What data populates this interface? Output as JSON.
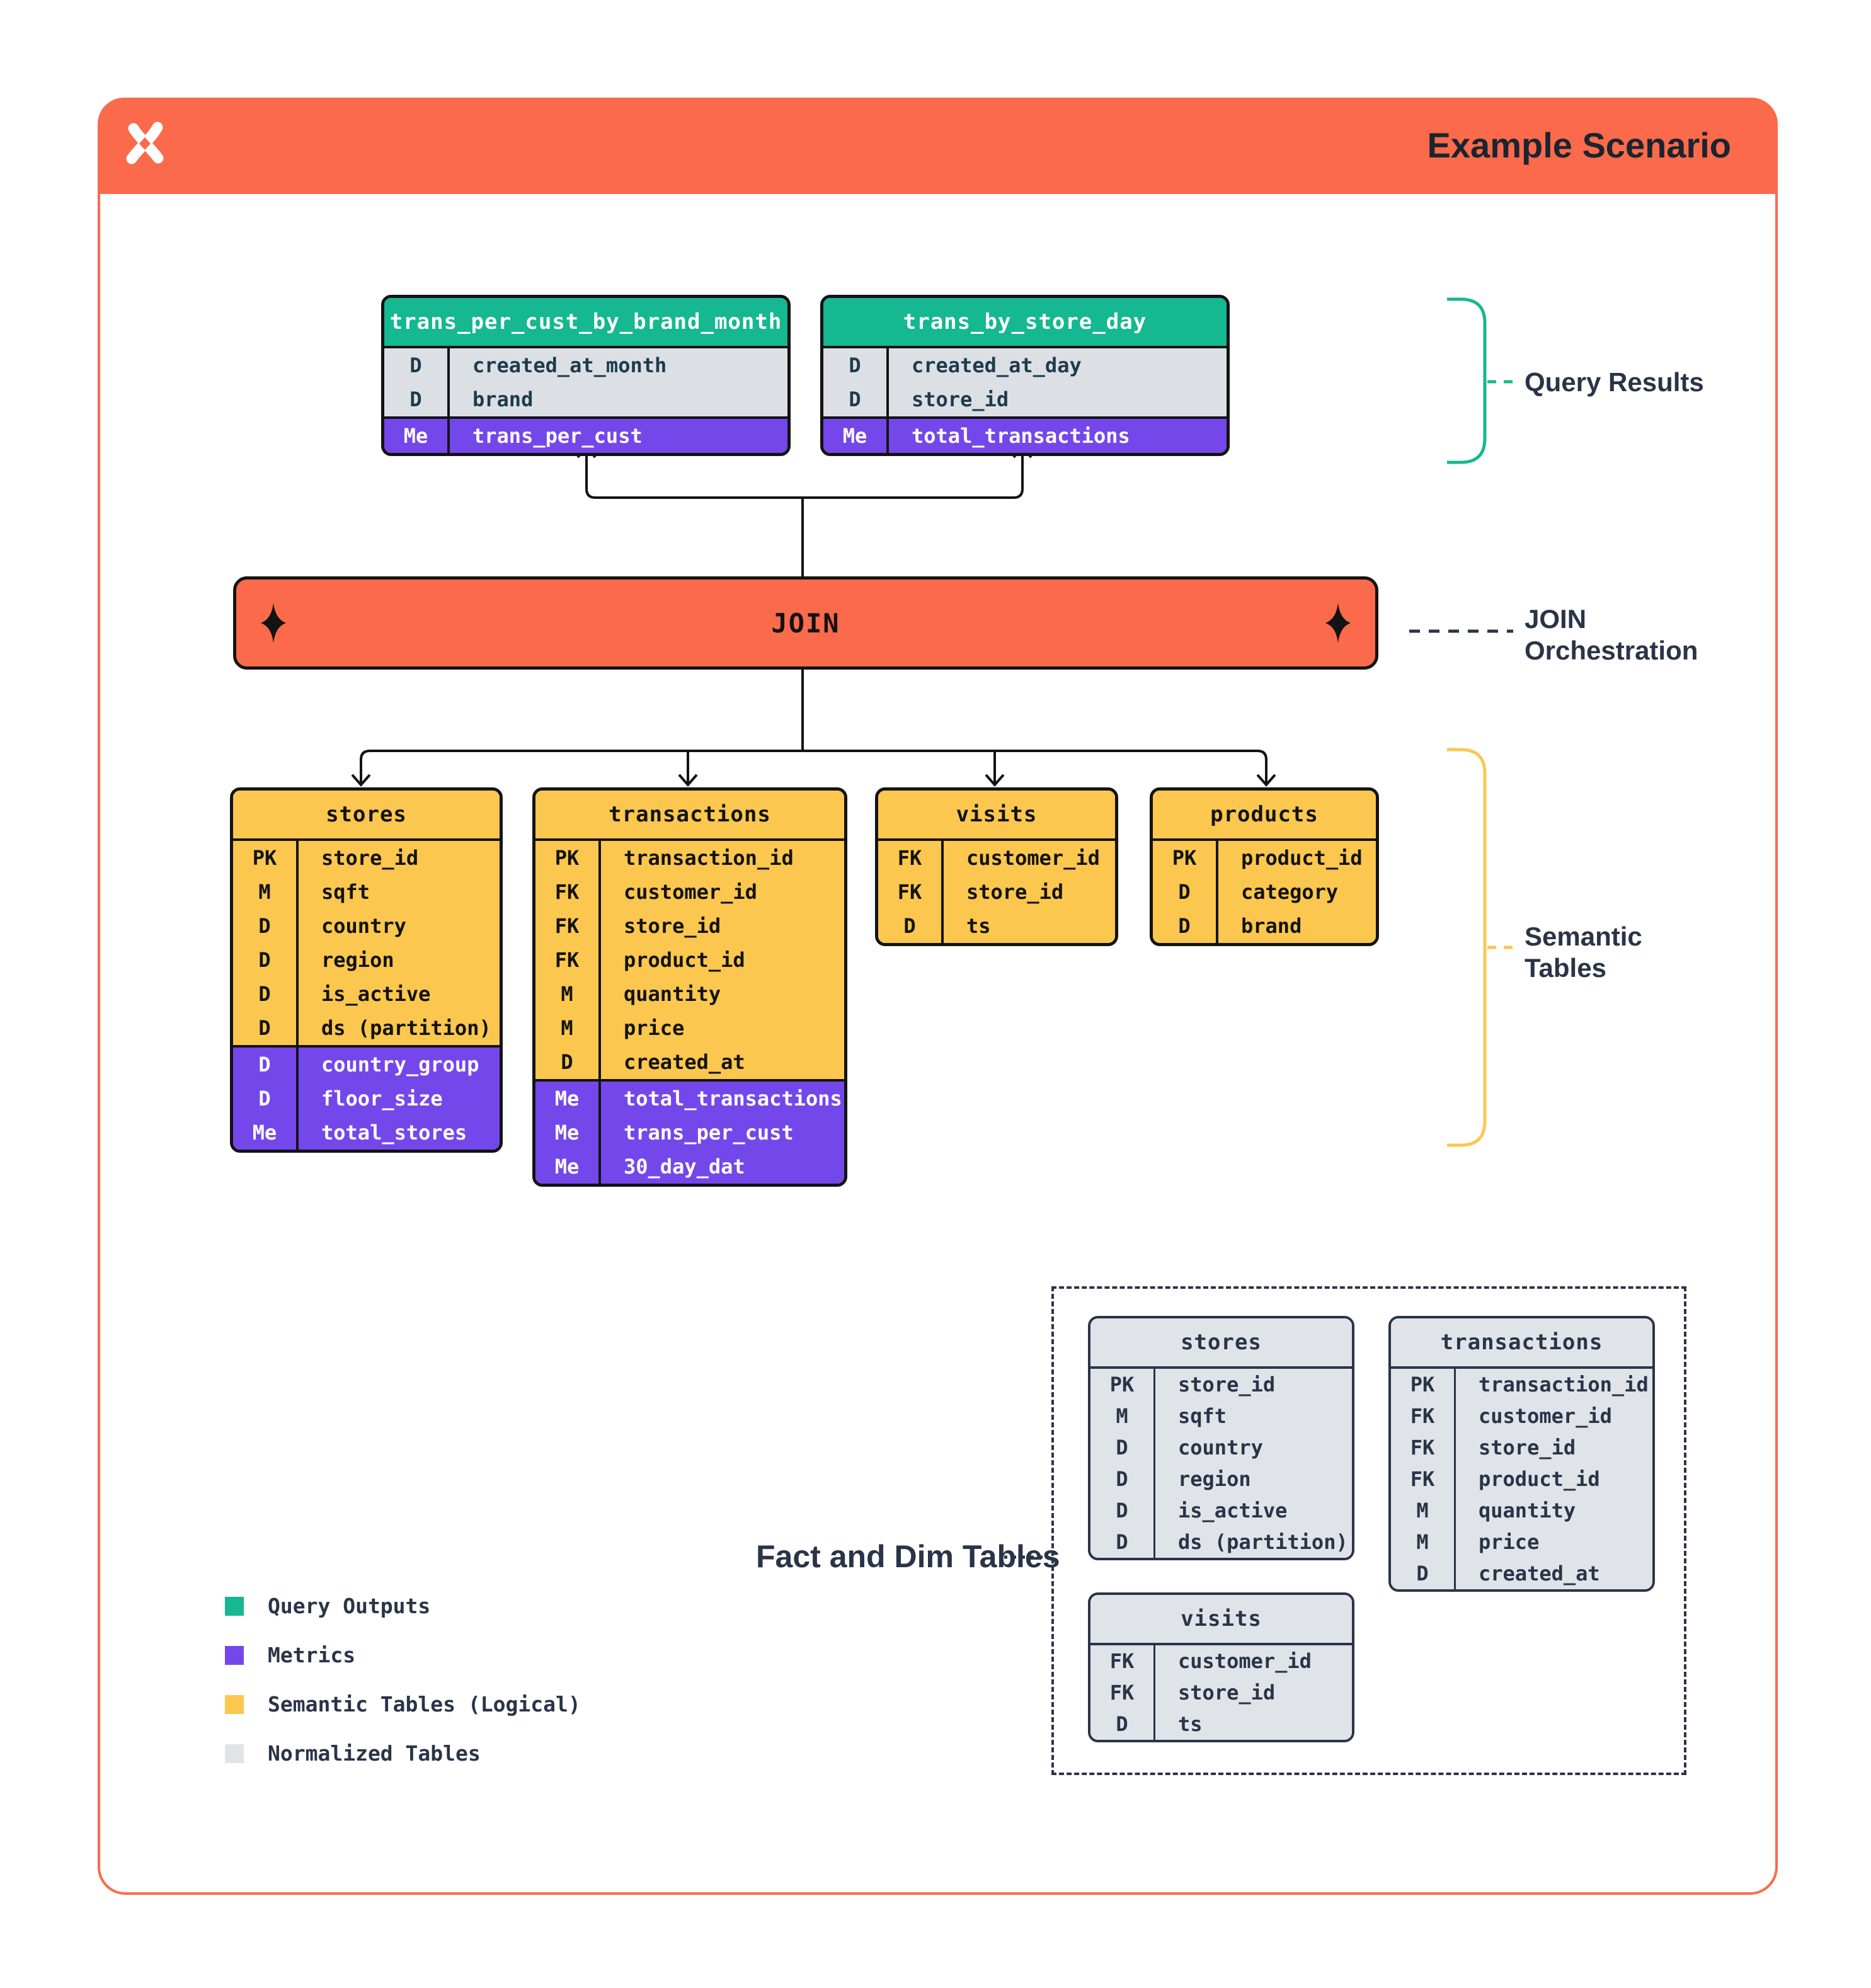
{
  "colors": {
    "orange": "#FA6A4B",
    "green": "#15B890",
    "purple": "#7447EB",
    "yellow": "#FBC74E",
    "gray_row": "#DCE0E5",
    "gray_table": "#E0E4E9",
    "navy": "#2A3448",
    "ink": "#131313",
    "teal_text": "#1E3B4D"
  },
  "icons": {
    "brand_logo": "x-pinwheel-logo",
    "join_accent": "four-point-sparkle"
  },
  "header": {
    "title": "Example Scenario"
  },
  "join": {
    "label": "JOIN"
  },
  "annotations": {
    "query_results": "Query Results",
    "join_orchestration": "JOIN\nOrchestration",
    "semantic_tables": "Semantic\nTables",
    "fact_dim": "Fact and Dim Tables"
  },
  "query_tables": [
    {
      "name": "trans_per_cust_by_brand_month",
      "fields": [
        {
          "key": "D",
          "field": "created_at_month"
        },
        {
          "key": "D",
          "field": "brand"
        }
      ],
      "metrics": [
        {
          "key": "Me",
          "field": "trans_per_cust"
        }
      ]
    },
    {
      "name": "trans_by_store_day",
      "fields": [
        {
          "key": "D",
          "field": "created_at_day"
        },
        {
          "key": "D",
          "field": "store_id"
        }
      ],
      "metrics": [
        {
          "key": "Me",
          "field": "total_transactions"
        }
      ]
    }
  ],
  "semantic_tables": [
    {
      "name": "stores",
      "fields": [
        {
          "key": "PK",
          "field": "store_id"
        },
        {
          "key": "M",
          "field": "sqft"
        },
        {
          "key": "D",
          "field": "country"
        },
        {
          "key": "D",
          "field": "region"
        },
        {
          "key": "D",
          "field": "is_active"
        },
        {
          "key": "D",
          "field": "ds (partition)"
        }
      ],
      "metrics": [
        {
          "key": "D",
          "field": "country_group"
        },
        {
          "key": "D",
          "field": "floor_size"
        },
        {
          "key": "Me",
          "field": "total_stores"
        }
      ]
    },
    {
      "name": "transactions",
      "fields": [
        {
          "key": "PK",
          "field": "transaction_id"
        },
        {
          "key": "FK",
          "field": "customer_id"
        },
        {
          "key": "FK",
          "field": "store_id"
        },
        {
          "key": "FK",
          "field": "product_id"
        },
        {
          "key": "M",
          "field": "quantity"
        },
        {
          "key": "M",
          "field": "price"
        },
        {
          "key": "D",
          "field": "created_at"
        }
      ],
      "metrics": [
        {
          "key": "Me",
          "field": "total_transactions"
        },
        {
          "key": "Me",
          "field": "trans_per_cust"
        },
        {
          "key": "Me",
          "field": "30_day_dat"
        }
      ]
    },
    {
      "name": "visits",
      "fields": [
        {
          "key": "FK",
          "field": "customer_id"
        },
        {
          "key": "FK",
          "field": "store_id"
        },
        {
          "key": "D",
          "field": "ts"
        }
      ],
      "metrics": []
    },
    {
      "name": "products",
      "fields": [
        {
          "key": "PK",
          "field": "product_id"
        },
        {
          "key": "D",
          "field": "category"
        },
        {
          "key": "D",
          "field": "brand"
        }
      ],
      "metrics": []
    }
  ],
  "normalized_tables": [
    {
      "name": "stores",
      "fields": [
        {
          "key": "PK",
          "field": "store_id"
        },
        {
          "key": "M",
          "field": "sqft"
        },
        {
          "key": "D",
          "field": "country"
        },
        {
          "key": "D",
          "field": "region"
        },
        {
          "key": "D",
          "field": "is_active"
        },
        {
          "key": "D",
          "field": "ds (partition)"
        }
      ],
      "metrics": []
    },
    {
      "name": "transactions",
      "fields": [
        {
          "key": "PK",
          "field": "transaction_id"
        },
        {
          "key": "FK",
          "field": "customer_id"
        },
        {
          "key": "FK",
          "field": "store_id"
        },
        {
          "key": "FK",
          "field": "product_id"
        },
        {
          "key": "M",
          "field": "quantity"
        },
        {
          "key": "M",
          "field": "price"
        },
        {
          "key": "D",
          "field": "created_at"
        }
      ],
      "metrics": []
    },
    {
      "name": "visits",
      "fields": [
        {
          "key": "FK",
          "field": "customer_id"
        },
        {
          "key": "FK",
          "field": "store_id"
        },
        {
          "key": "D",
          "field": "ts"
        }
      ],
      "metrics": []
    }
  ],
  "legend": [
    {
      "swatch": "green",
      "label": "Query Outputs"
    },
    {
      "swatch": "purple",
      "label": "Metrics"
    },
    {
      "swatch": "yellow",
      "label": "Semantic Tables (Logical)"
    },
    {
      "swatch": "gray",
      "label": "Normalized Tables"
    }
  ]
}
